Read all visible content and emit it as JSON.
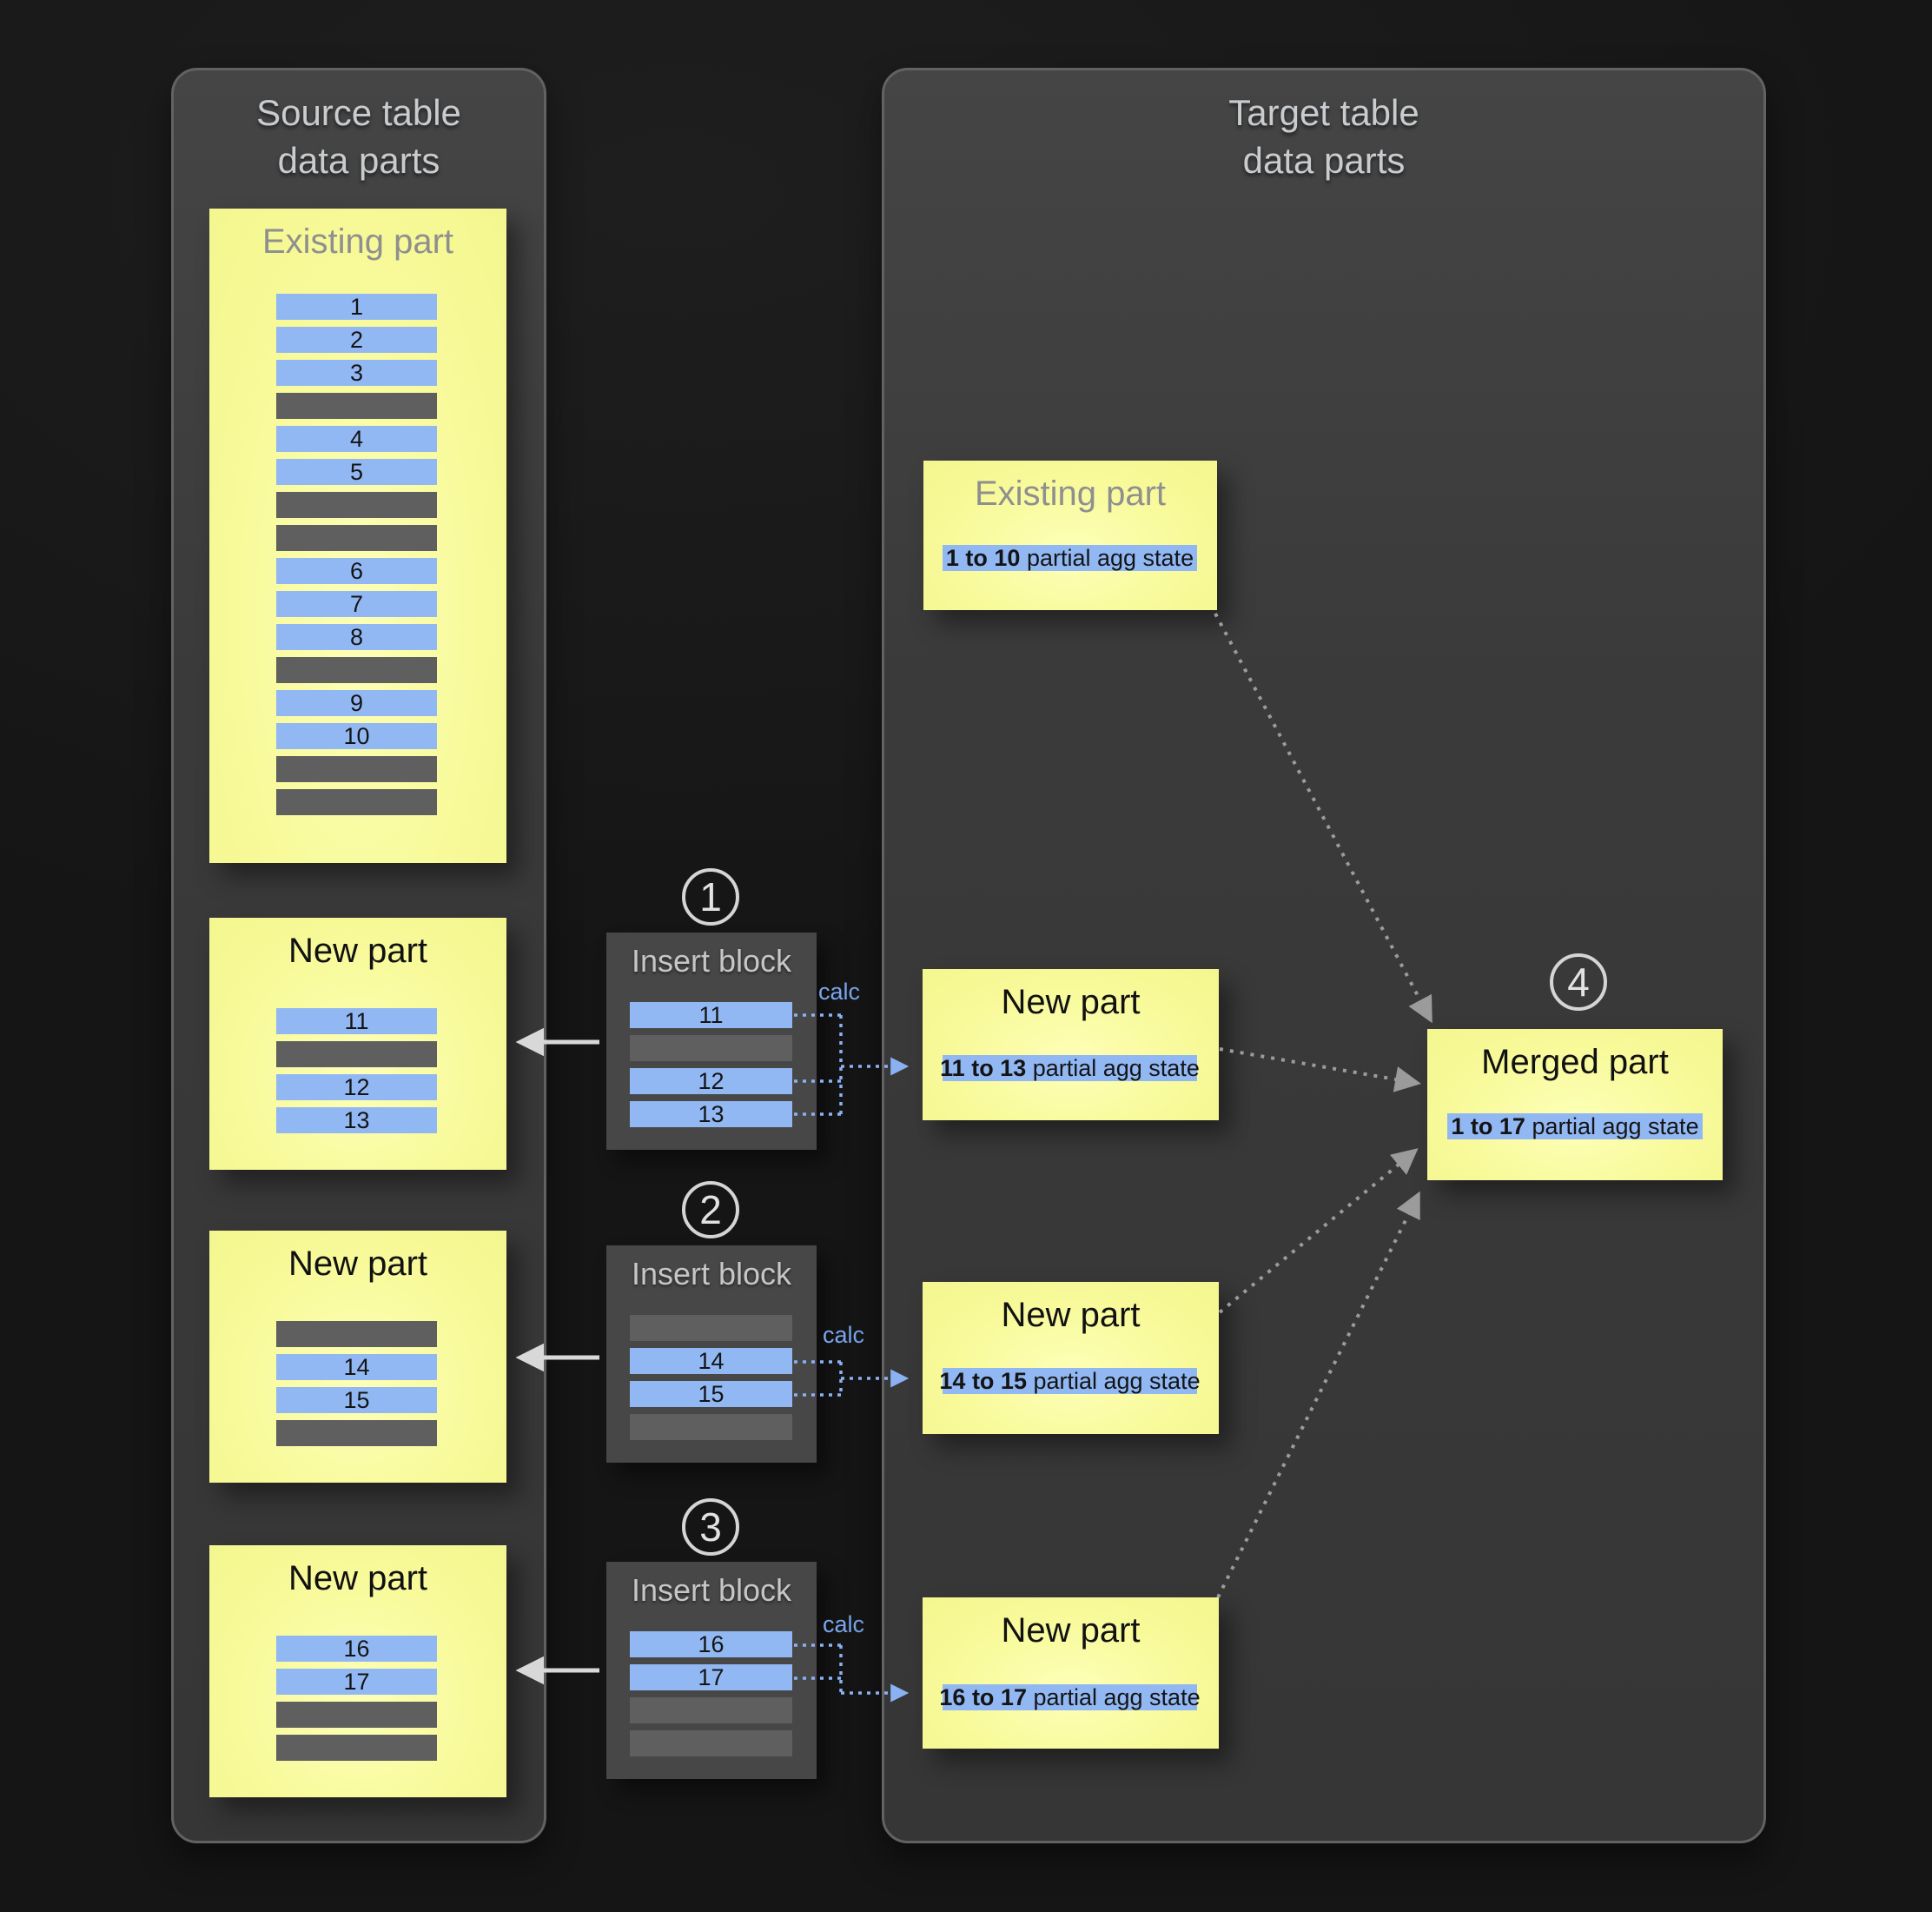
{
  "colors": {
    "background": "#191919",
    "panel_fill": "#3b3b3b",
    "panel_border": "#626262",
    "part_yellow": "#f8fa98",
    "row_blue": "#92b8f4",
    "row_gray": "#5f5f5f",
    "insert_block_fill": "#474747",
    "calc_blue": "#79a6ee",
    "arrow_gray": "#9b9b9b",
    "arrow_white": "#d8d8d8"
  },
  "source_panel": {
    "title_line1": "Source table",
    "title_line2": "data parts",
    "existing_part": {
      "title": "Existing part",
      "rows": [
        "1",
        "2",
        "3",
        null,
        "4",
        "5",
        null,
        null,
        "6",
        "7",
        "8",
        null,
        "9",
        "10",
        null,
        null
      ]
    },
    "new_parts": [
      {
        "title": "New part",
        "rows": [
          "11",
          null,
          "12",
          "13"
        ]
      },
      {
        "title": "New part",
        "rows": [
          null,
          "14",
          "15",
          null
        ]
      },
      {
        "title": "New part",
        "rows": [
          "16",
          "17",
          null,
          null
        ]
      }
    ]
  },
  "insert_blocks": [
    {
      "step": "1",
      "title": "Insert block",
      "calc": "calc",
      "rows": [
        "11",
        null,
        "12",
        "13"
      ]
    },
    {
      "step": "2",
      "title": "Insert block",
      "calc": "calc",
      "rows": [
        null,
        "14",
        "15",
        null
      ]
    },
    {
      "step": "3",
      "title": "Insert block",
      "calc": "calc",
      "rows": [
        "16",
        "17",
        null,
        null
      ]
    }
  ],
  "target_panel": {
    "title_line1": "Target table",
    "title_line2": "data parts",
    "existing_part": {
      "title": "Existing part",
      "agg_range": "1 to 10",
      "agg_label": " partial agg state"
    },
    "new_parts": [
      {
        "title": "New part",
        "agg_range": "11 to 13",
        "agg_label": " partial agg state"
      },
      {
        "title": "New part",
        "agg_range": "14 to 15",
        "agg_label": " partial agg state"
      },
      {
        "title": "New part",
        "agg_range": "16 to 17",
        "agg_label": " partial agg state"
      }
    ],
    "merged_part": {
      "step": "4",
      "title": "Merged part",
      "agg_range": "1 to 17",
      "agg_label": " partial agg state"
    }
  }
}
